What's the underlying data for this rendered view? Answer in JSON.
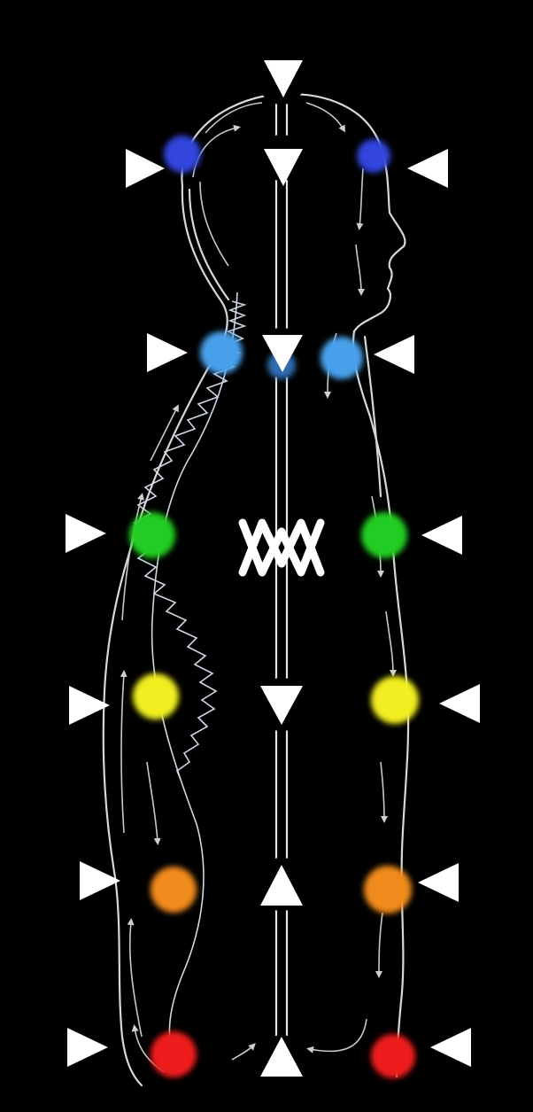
{
  "colors": {
    "background": "#000000",
    "outline": "#d8d8d8",
    "marker": "#ffffff",
    "crown": "#3344dd",
    "throat": "#4aa0ea",
    "heart": "#22cc22",
    "solar_plexus": "#f2ee22",
    "sacral": "#f08a1c",
    "root": "#ee1a1a"
  },
  "centers": [
    {
      "id": "crown",
      "color_key": "crown"
    },
    {
      "id": "throat",
      "color_key": "throat"
    },
    {
      "id": "heart",
      "color_key": "heart"
    },
    {
      "id": "solar-plexus",
      "color_key": "solar_plexus"
    },
    {
      "id": "sacral",
      "color_key": "sacral"
    },
    {
      "id": "root",
      "color_key": "root"
    }
  ],
  "central_channel": {
    "top_marker_direction": "down",
    "heart_symbol": "interlaced-triangles",
    "lower_marker_direction": "up"
  }
}
